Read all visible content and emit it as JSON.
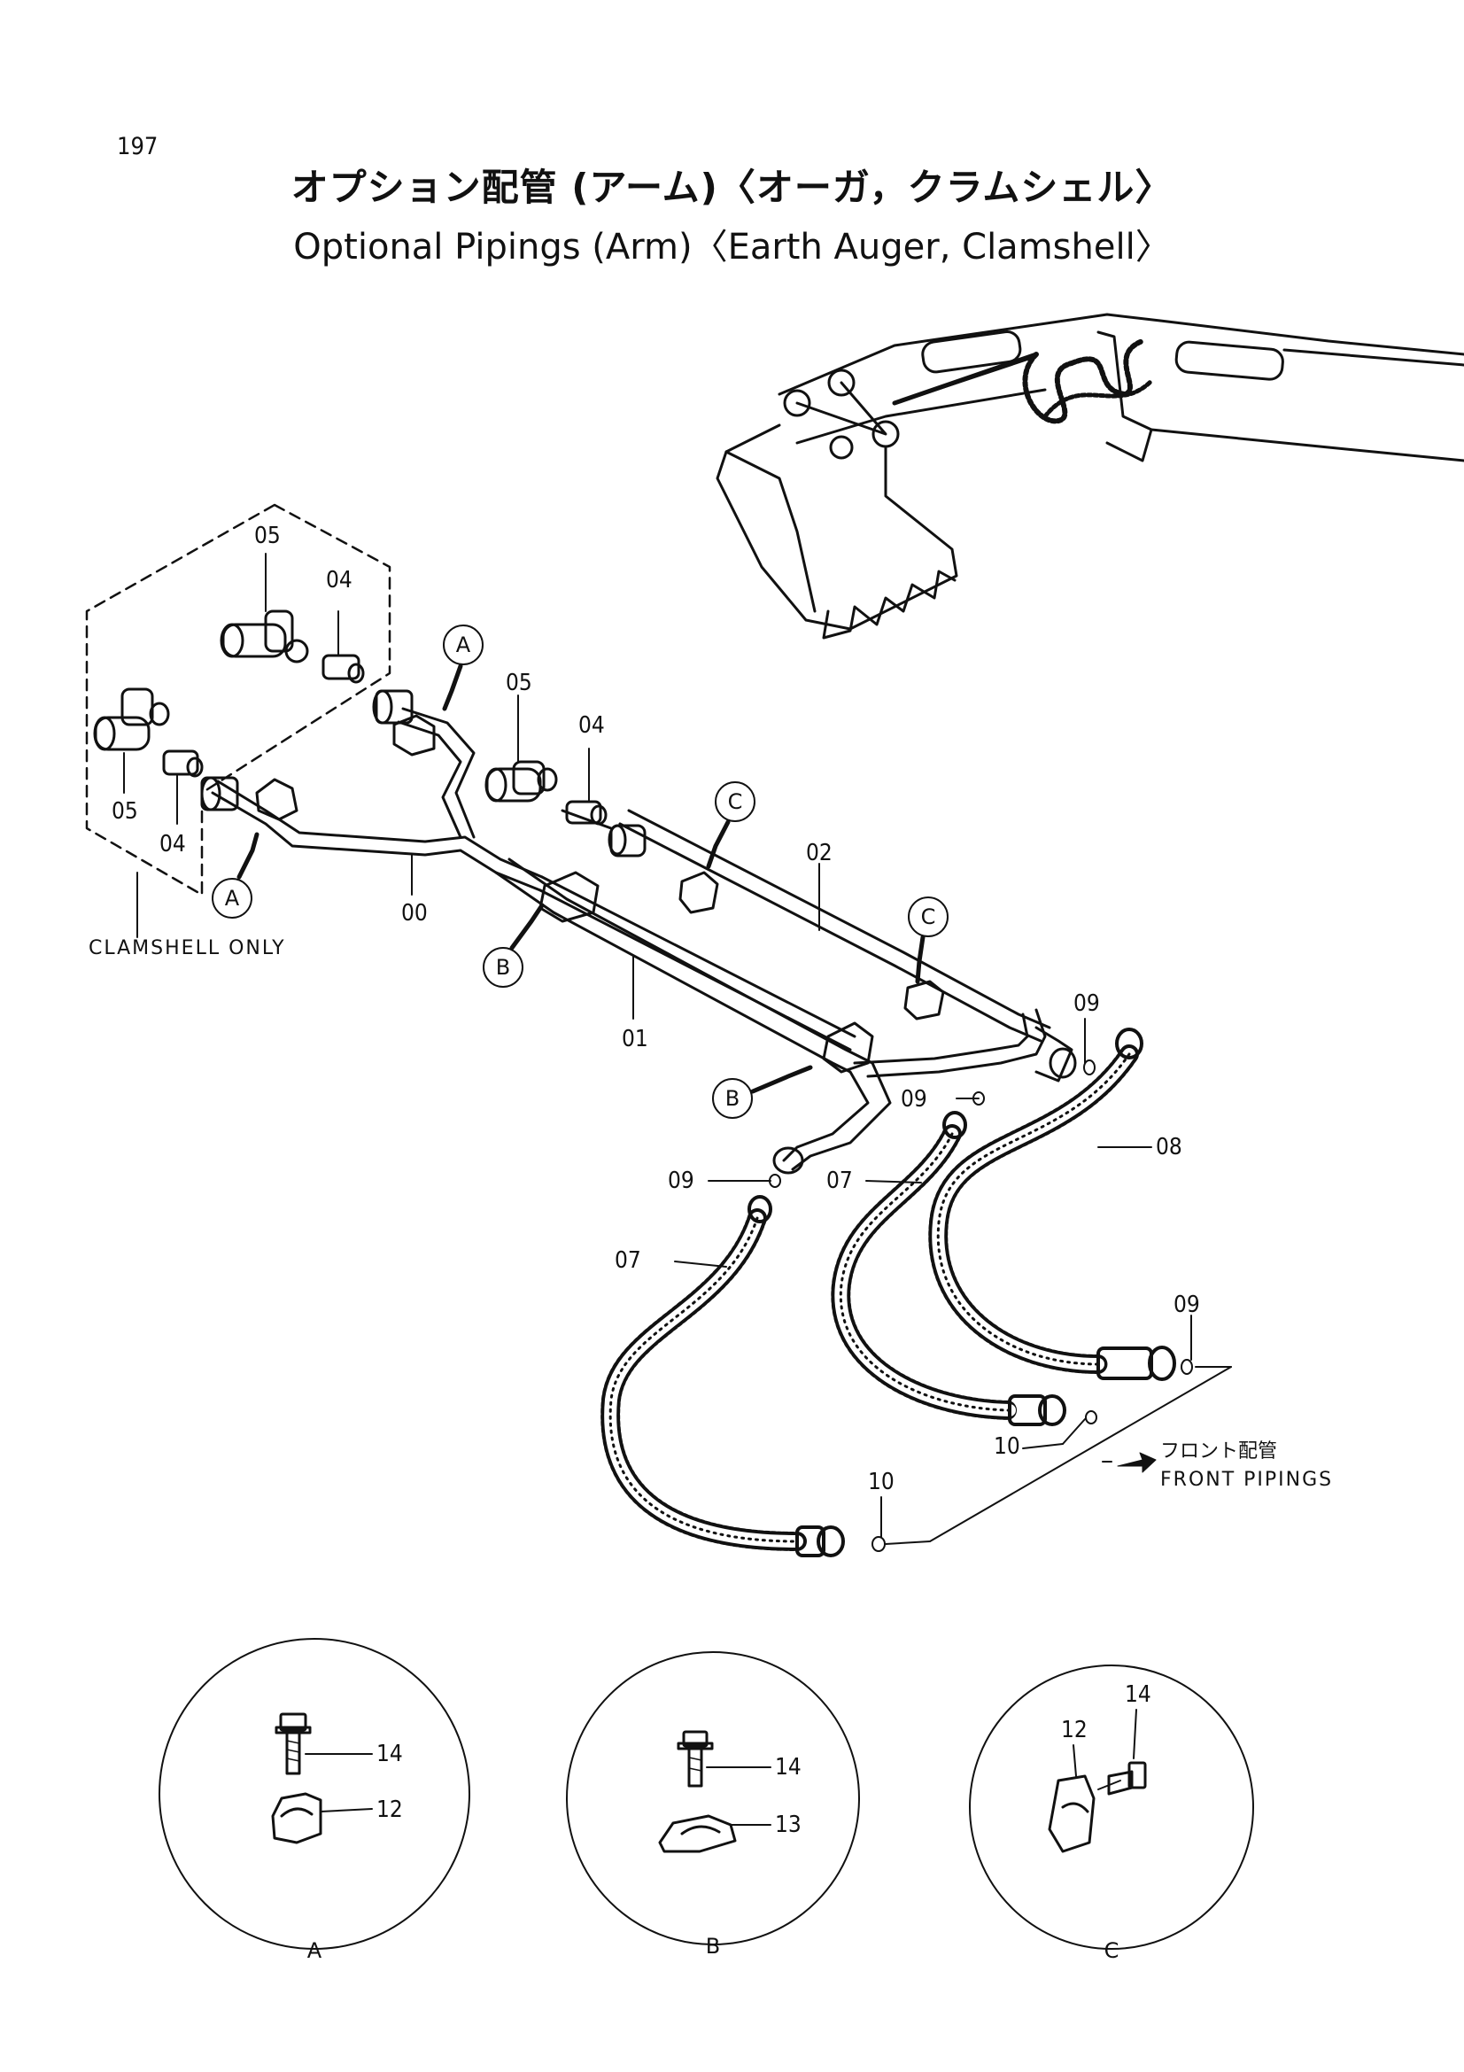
{
  "page": {
    "number": "197",
    "title_jp": "オプション配管 (アーム)〈オーガ，クラムシェル〉",
    "title_en": "Optional Pipings (Arm)〈Earth Auger, Clamshell〉"
  },
  "diagram": {
    "clamshell_note": "CLAMSHELL ONLY",
    "front_pipings_jp": "フロント配管",
    "front_pipings_en": "FRONT PIPINGS",
    "callouts": {
      "A": "A",
      "B": "B",
      "C": "C"
    },
    "part_numbers": {
      "p00": "00",
      "p01": "01",
      "p02": "02",
      "p04": "04",
      "p05": "05",
      "p07": "07",
      "p08": "08",
      "p09": "09",
      "p10": "10",
      "p12": "12",
      "p13": "13",
      "p14": "14"
    },
    "detail_views": [
      "A",
      "B",
      "C"
    ]
  }
}
